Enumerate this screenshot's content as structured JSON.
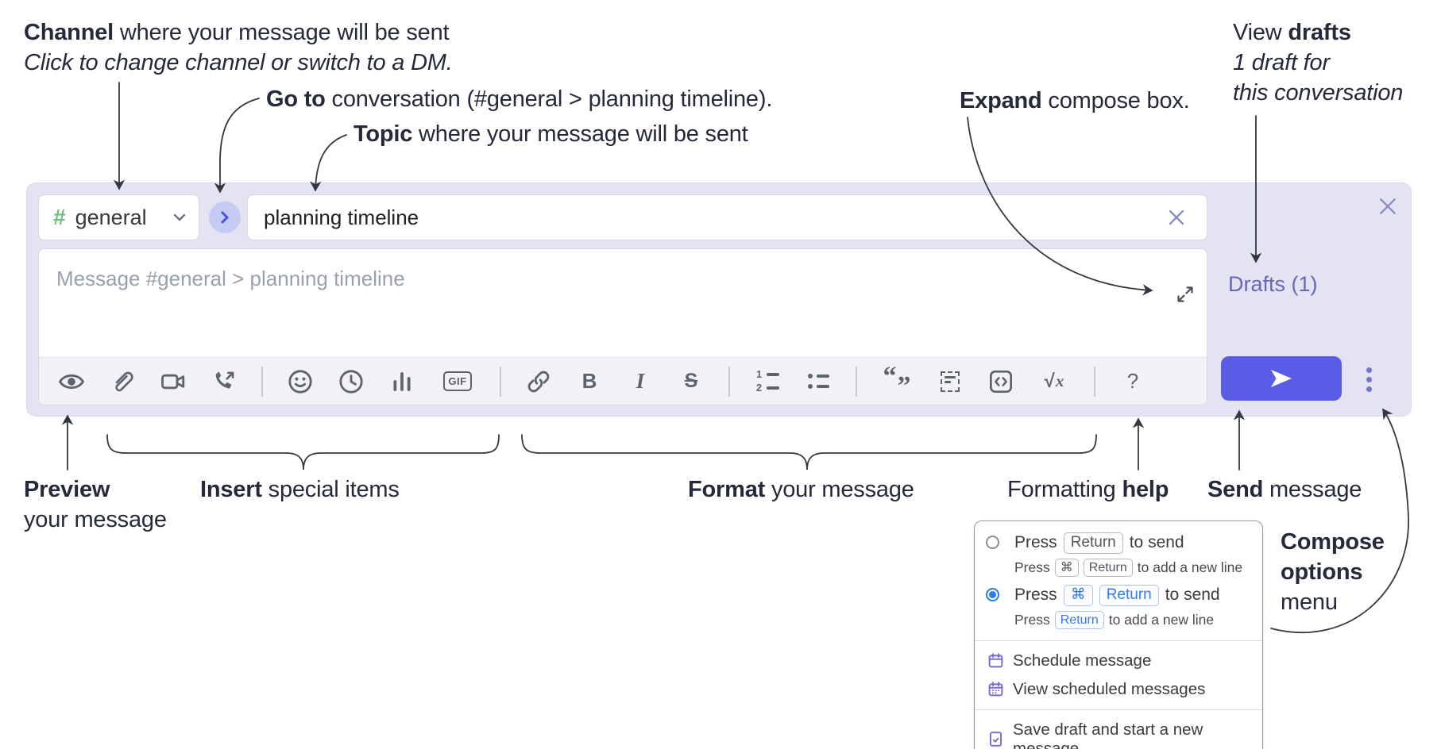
{
  "annotations": {
    "channel_line1_bold": "Channel",
    "channel_line1_rest": " where your message will be sent",
    "channel_line2": "Click to change channel or switch to a DM.",
    "goto_bold": "Go to",
    "goto_rest": " conversation (#general > planning timeline).",
    "topic_bold": "Topic",
    "topic_rest": " where your message will be sent",
    "expand_bold": "Expand",
    "expand_rest": " compose box.",
    "drafts_line1_pre": "View ",
    "drafts_line1_bold": "drafts",
    "drafts_line2": "1 draft for",
    "drafts_line3": "this conversation",
    "preview_bold": "Preview",
    "preview_line2": "your message",
    "insert_bold": "Insert",
    "insert_rest": " special items",
    "format_bold": "Format",
    "format_rest": " your message",
    "help_pre": "Formatting ",
    "help_bold": "help",
    "send_bold": "Send",
    "send_rest": " message",
    "compose_line1": "Compose",
    "compose_line2": "options",
    "compose_line3": "menu"
  },
  "compose": {
    "channel": {
      "hash": "#",
      "name": "general"
    },
    "topic_value": "planning timeline",
    "message_placeholder": "Message #general > planning timeline",
    "drafts_link": "Drafts (1)",
    "toolbar_labels": {
      "gif": "GIF",
      "bold": "B",
      "italic": "I",
      "strike": "S",
      "sqrt": "√",
      "math_x": "x",
      "help": "?",
      "quote_open": "“",
      "quote_close": "”",
      "ol_1": "1",
      "ol_2": "2"
    }
  },
  "popup": {
    "options": [
      {
        "main_pre": "Press",
        "key1": "Return",
        "main_post": "to send",
        "sub_pre": "Press",
        "sub_key1": "⌘",
        "sub_key2": "Return",
        "sub_post": "to add a new line"
      },
      {
        "main_pre": "Press",
        "key1": "⌘",
        "key2": "Return",
        "main_post": "to send",
        "sub_pre": "Press",
        "sub_key1": "Return",
        "sub_post": "to add a new line"
      }
    ],
    "menu_items": [
      {
        "label": "Schedule message"
      },
      {
        "label": "View scheduled messages"
      },
      {
        "label": "Save draft and start a new message"
      }
    ]
  },
  "colors": {
    "accent_send": "#5a5ce6",
    "drafts_purple": "#6b65b8",
    "hash_green": "#6dbf77",
    "kbd_blue": "#2f7bf0",
    "popup_icon_purple": "#7e69d2"
  }
}
